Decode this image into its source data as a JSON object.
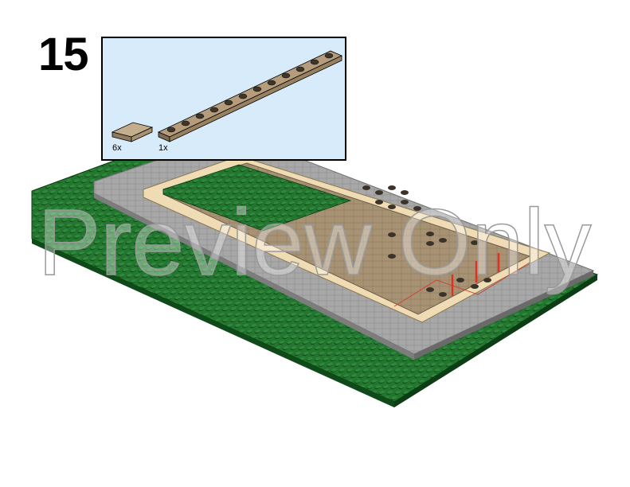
{
  "step": {
    "number": "15"
  },
  "parts": [
    {
      "name": "tile 1x2 dark tan",
      "qty": "6x"
    },
    {
      "name": "plate 1x12 dark tan",
      "qty": "1x"
    }
  ],
  "watermark": {
    "text": "Preview Only"
  },
  "colors": {
    "baseplate_green": "#1f6b2c",
    "road_gray": "#9a9a9a",
    "tan_border": "#f0dcb4",
    "dark_tan_floor": "#a58f74",
    "parts_bg": "#d7ebfa",
    "red_pillar": "#e03020"
  }
}
